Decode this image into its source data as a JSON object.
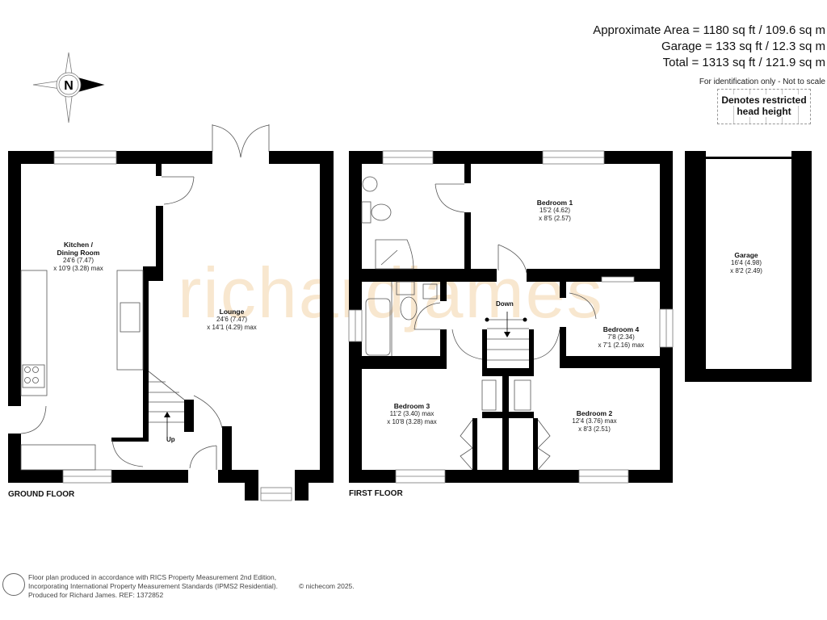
{
  "area_summary": {
    "approx_area": "Approximate Area = 1180 sq ft / 109.6 sq m",
    "garage": "Garage = 133 sq ft / 12.3 sq m",
    "total": "Total = 1313 sq ft / 121.9 sq m",
    "note": "For identification only - Not to scale"
  },
  "legend": {
    "restricted_line1": "Denotes restricted",
    "restricted_line2": "head height"
  },
  "compass": {
    "label": "N"
  },
  "watermark": "richardjames",
  "ground_floor": {
    "label": "GROUND FLOOR",
    "rooms": [
      {
        "name": "Kitchen /",
        "name2": "Dining Room",
        "dim1": "24'6 (7.47)",
        "dim2": "x 10'9 (3.28) max"
      },
      {
        "name": "Lounge",
        "dim1": "24'6 (7.47)",
        "dim2": "x 14'1 (4.29) max"
      }
    ],
    "stairs_label": "Up"
  },
  "first_floor": {
    "label": "FIRST FLOOR",
    "rooms": [
      {
        "name": "Bedroom 1",
        "dim1": "15'2 (4.62)",
        "dim2": "x 8'5 (2.57)"
      },
      {
        "name": "Bedroom 4",
        "dim1": "7'8 (2.34)",
        "dim2": "x 7'1 (2.16) max"
      },
      {
        "name": "Bedroom 3",
        "dim1": "11'2 (3.40) max",
        "dim2": "x 10'8 (3.28) max"
      },
      {
        "name": "Bedroom 2",
        "dim1": "12'4 (3.76) max",
        "dim2": "x 8'3 (2.51)"
      }
    ],
    "stairs_label": "Down"
  },
  "garage": {
    "name": "Garage",
    "dim1": "16'4 (4.98)",
    "dim2": "x 8'2 (2.49)"
  },
  "footer": {
    "line1": "Floor plan produced in accordance with RICS Property Measurement 2nd Edition,",
    "line2": "Incorporating International Property Measurement Standards (IPMS2 Residential).",
    "line3": "Produced for Richard James.   REF:  1372852",
    "copyright": "© nichecom 2025."
  },
  "colors": {
    "wall": "#000000",
    "watermark": "#f6dfc0",
    "fixture": "#555555"
  }
}
